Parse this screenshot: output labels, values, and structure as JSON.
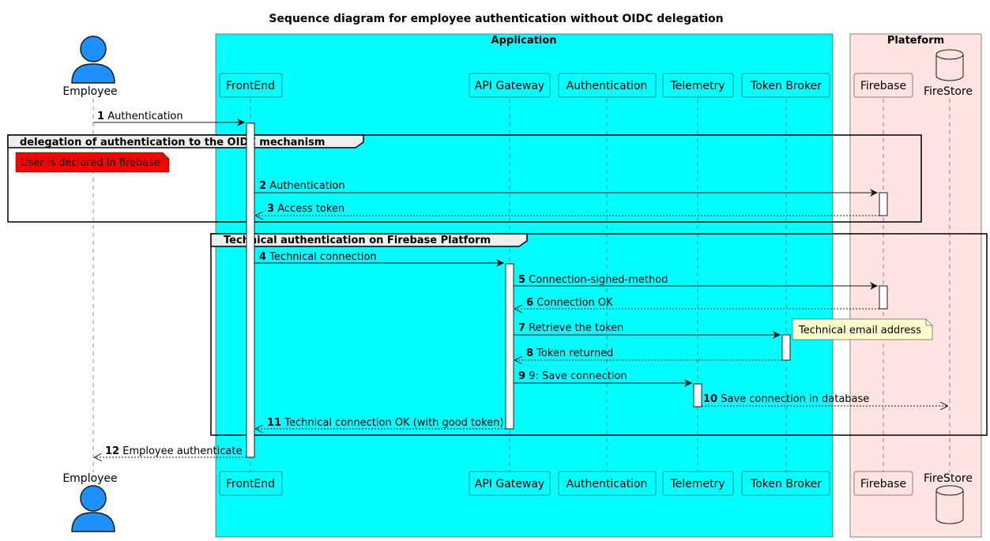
{
  "title": "Sequence diagram for employee authentication without OIDC delegation",
  "colors": {
    "application_box": "#00FFFF",
    "platform_box": "#FFE4E1",
    "actor": "#1E90FF",
    "note_red": "#FF0000",
    "note_yellow": "#FEFECE",
    "activation": "#FFFFFF"
  },
  "boxes": [
    {
      "title": "Application"
    },
    {
      "title": "Plateform"
    }
  ],
  "participants": [
    {
      "label": "Employee",
      "kind": "actor"
    },
    {
      "label": "FrontEnd",
      "kind": "participant"
    },
    {
      "label": "API Gateway",
      "kind": "participant"
    },
    {
      "label": "Authentication",
      "kind": "participant"
    },
    {
      "label": "Telemetry",
      "kind": "participant"
    },
    {
      "label": "Token Broker",
      "kind": "participant"
    },
    {
      "label": "Firebase",
      "kind": "participant"
    },
    {
      "label": "FireStore",
      "kind": "database"
    }
  ],
  "groups": [
    {
      "label": "delegation of authentication to the OIDC mechanism"
    },
    {
      "label": "Technical authentication on Firebase Platform"
    }
  ],
  "notes": [
    {
      "text": "User is declared in firebase",
      "style": "red"
    },
    {
      "text": "Technical email address",
      "style": "yellow"
    }
  ],
  "messages": [
    {
      "num": "1",
      "text": "Authentication",
      "from": "Employee",
      "to": "FrontEnd",
      "style": "solid"
    },
    {
      "num": "2",
      "text": "Authentication",
      "from": "FrontEnd",
      "to": "Firebase",
      "style": "solid"
    },
    {
      "num": "3",
      "text": "Access token",
      "from": "Firebase",
      "to": "FrontEnd",
      "style": "dashed"
    },
    {
      "num": "4",
      "text": "Technical connection",
      "from": "FrontEnd",
      "to": "API Gateway",
      "style": "solid"
    },
    {
      "num": "5",
      "text": "Connection-signed-method",
      "from": "API Gateway",
      "to": "Firebase",
      "style": "solid"
    },
    {
      "num": "6",
      "text": "Connection OK",
      "from": "Firebase",
      "to": "API Gateway",
      "style": "dashed"
    },
    {
      "num": "7",
      "text": "Retrieve the token",
      "from": "API Gateway",
      "to": "Token Broker",
      "style": "solid"
    },
    {
      "num": "8",
      "text": "Token returned",
      "from": "Token Broker",
      "to": "API Gateway",
      "style": "dashed"
    },
    {
      "num": "9",
      "text": "9: Save connection",
      "from": "API Gateway",
      "to": "Telemetry",
      "style": "solid"
    },
    {
      "num": "10",
      "text": "Save connection in database",
      "from": "Telemetry",
      "to": "FireStore",
      "style": "dashed"
    },
    {
      "num": "11",
      "text": "Technical connection OK (with good token)",
      "from": "API Gateway",
      "to": "FrontEnd",
      "style": "dashed"
    },
    {
      "num": "12",
      "text": "Employee authenticate",
      "from": "FrontEnd",
      "to": "Employee",
      "style": "dashed"
    }
  ]
}
